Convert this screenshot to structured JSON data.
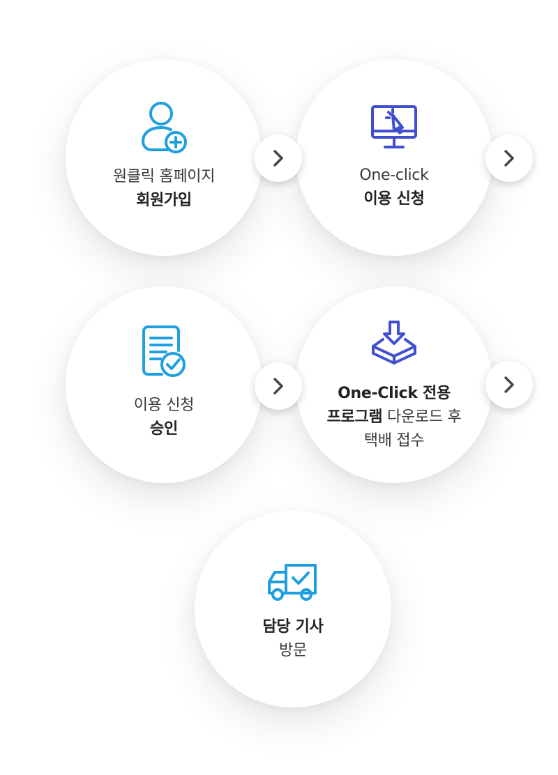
{
  "steps": [
    {
      "icon": "user-add-icon",
      "line1": "원클릭 홈페이지",
      "line2": "회원가입"
    },
    {
      "icon": "monitor-click-icon",
      "line1": "One-click",
      "line2": "이용 신청"
    },
    {
      "icon": "document-check-icon",
      "line1": "이용 신청",
      "line2": "승인"
    },
    {
      "icon": "download-tray-icon",
      "line1": "One-Click 전용",
      "line2_bold": "프로그램",
      "line2_rest": " 다운로드 후",
      "line3": "택배 접수"
    },
    {
      "icon": "delivery-truck-check-icon",
      "line1": "담당 기사",
      "line2": "방문"
    }
  ],
  "arrows": [
    "chevron-right-icon",
    "chevron-right-icon",
    "chevron-right-icon",
    "chevron-right-icon"
  ],
  "colors": {
    "sky_blue": "#1f9fe0",
    "indigo": "#3f4fcf",
    "chevron": "#444444"
  }
}
